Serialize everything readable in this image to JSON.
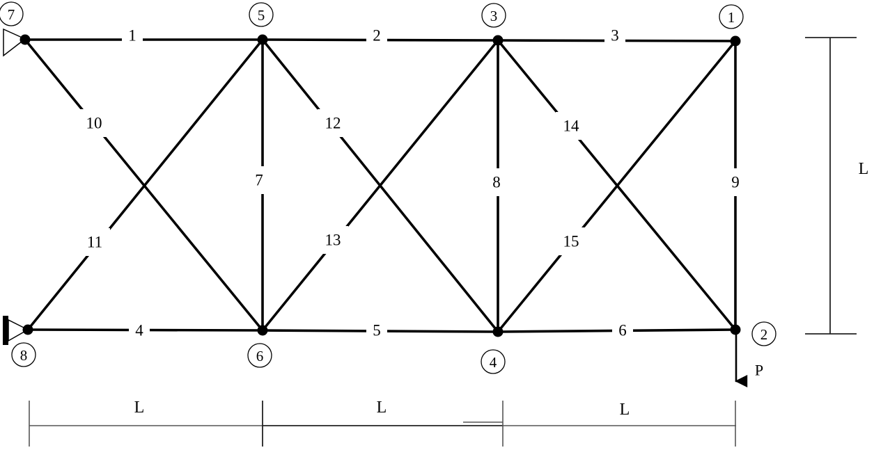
{
  "nodes": [
    {
      "id": "n1",
      "label": "1"
    },
    {
      "id": "n2",
      "label": "2"
    },
    {
      "id": "n3",
      "label": "3"
    },
    {
      "id": "n4",
      "label": "4"
    },
    {
      "id": "n5",
      "label": "5"
    },
    {
      "id": "n6",
      "label": "6"
    },
    {
      "id": "n7",
      "label": "7"
    },
    {
      "id": "n8",
      "label": "8"
    }
  ],
  "members": [
    {
      "label": "1",
      "from": "n7",
      "to": "n5"
    },
    {
      "label": "2",
      "from": "n5",
      "to": "n3"
    },
    {
      "label": "3",
      "from": "n3",
      "to": "n1"
    },
    {
      "label": "4",
      "from": "n8",
      "to": "n6"
    },
    {
      "label": "5",
      "from": "n6",
      "to": "n4"
    },
    {
      "label": "6",
      "from": "n4",
      "to": "n2"
    },
    {
      "label": "7",
      "from": "n5",
      "to": "n6"
    },
    {
      "label": "8",
      "from": "n3",
      "to": "n4"
    },
    {
      "label": "9",
      "from": "n1",
      "to": "n2"
    },
    {
      "label": "10",
      "from": "n7",
      "to": "n6"
    },
    {
      "label": "11",
      "from": "n8",
      "to": "n5"
    },
    {
      "label": "12",
      "from": "n5",
      "to": "n4"
    },
    {
      "label": "13",
      "from": "n6",
      "to": "n3"
    },
    {
      "label": "14",
      "from": "n3",
      "to": "n2"
    },
    {
      "label": "15",
      "from": "n4",
      "to": "n1"
    }
  ],
  "load": {
    "label": "P",
    "node": "n2"
  },
  "dimensions": {
    "bottom_labels": [
      "L",
      "L",
      "L"
    ],
    "right_label": "L"
  },
  "supports": [
    "n7",
    "n8"
  ]
}
